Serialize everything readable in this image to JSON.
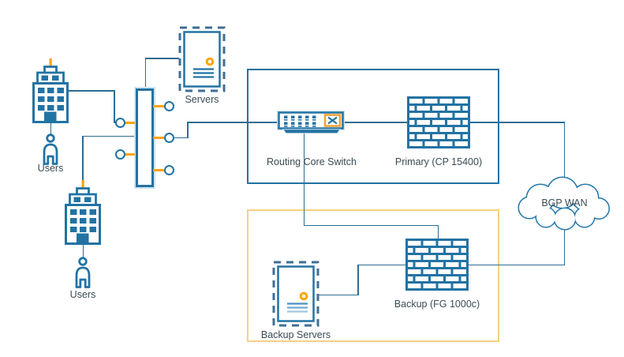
{
  "diagram": {
    "type": "network-topology",
    "labels": {
      "users_top": "Users",
      "users_bottom": "Users",
      "servers": "Servers",
      "routing_core_switch": "Routing Core Switch",
      "primary_firewall": "Primary (CP 15400)",
      "backup_servers": "Backup Servers",
      "backup_firewall": "Backup (FG 1000c)",
      "bgp_wan": "BGP WAN"
    },
    "colors": {
      "node_blue": "#2273a3",
      "node_glow": "#cfe2ee",
      "dash_navy": "#3f6d96",
      "connector_blue": "#2e6d92",
      "accent_orange": "#ffa40c",
      "primary_zone_border": "#2273a3",
      "backup_zone_border": "#f7d083",
      "label_text": "#3a4b55"
    }
  }
}
